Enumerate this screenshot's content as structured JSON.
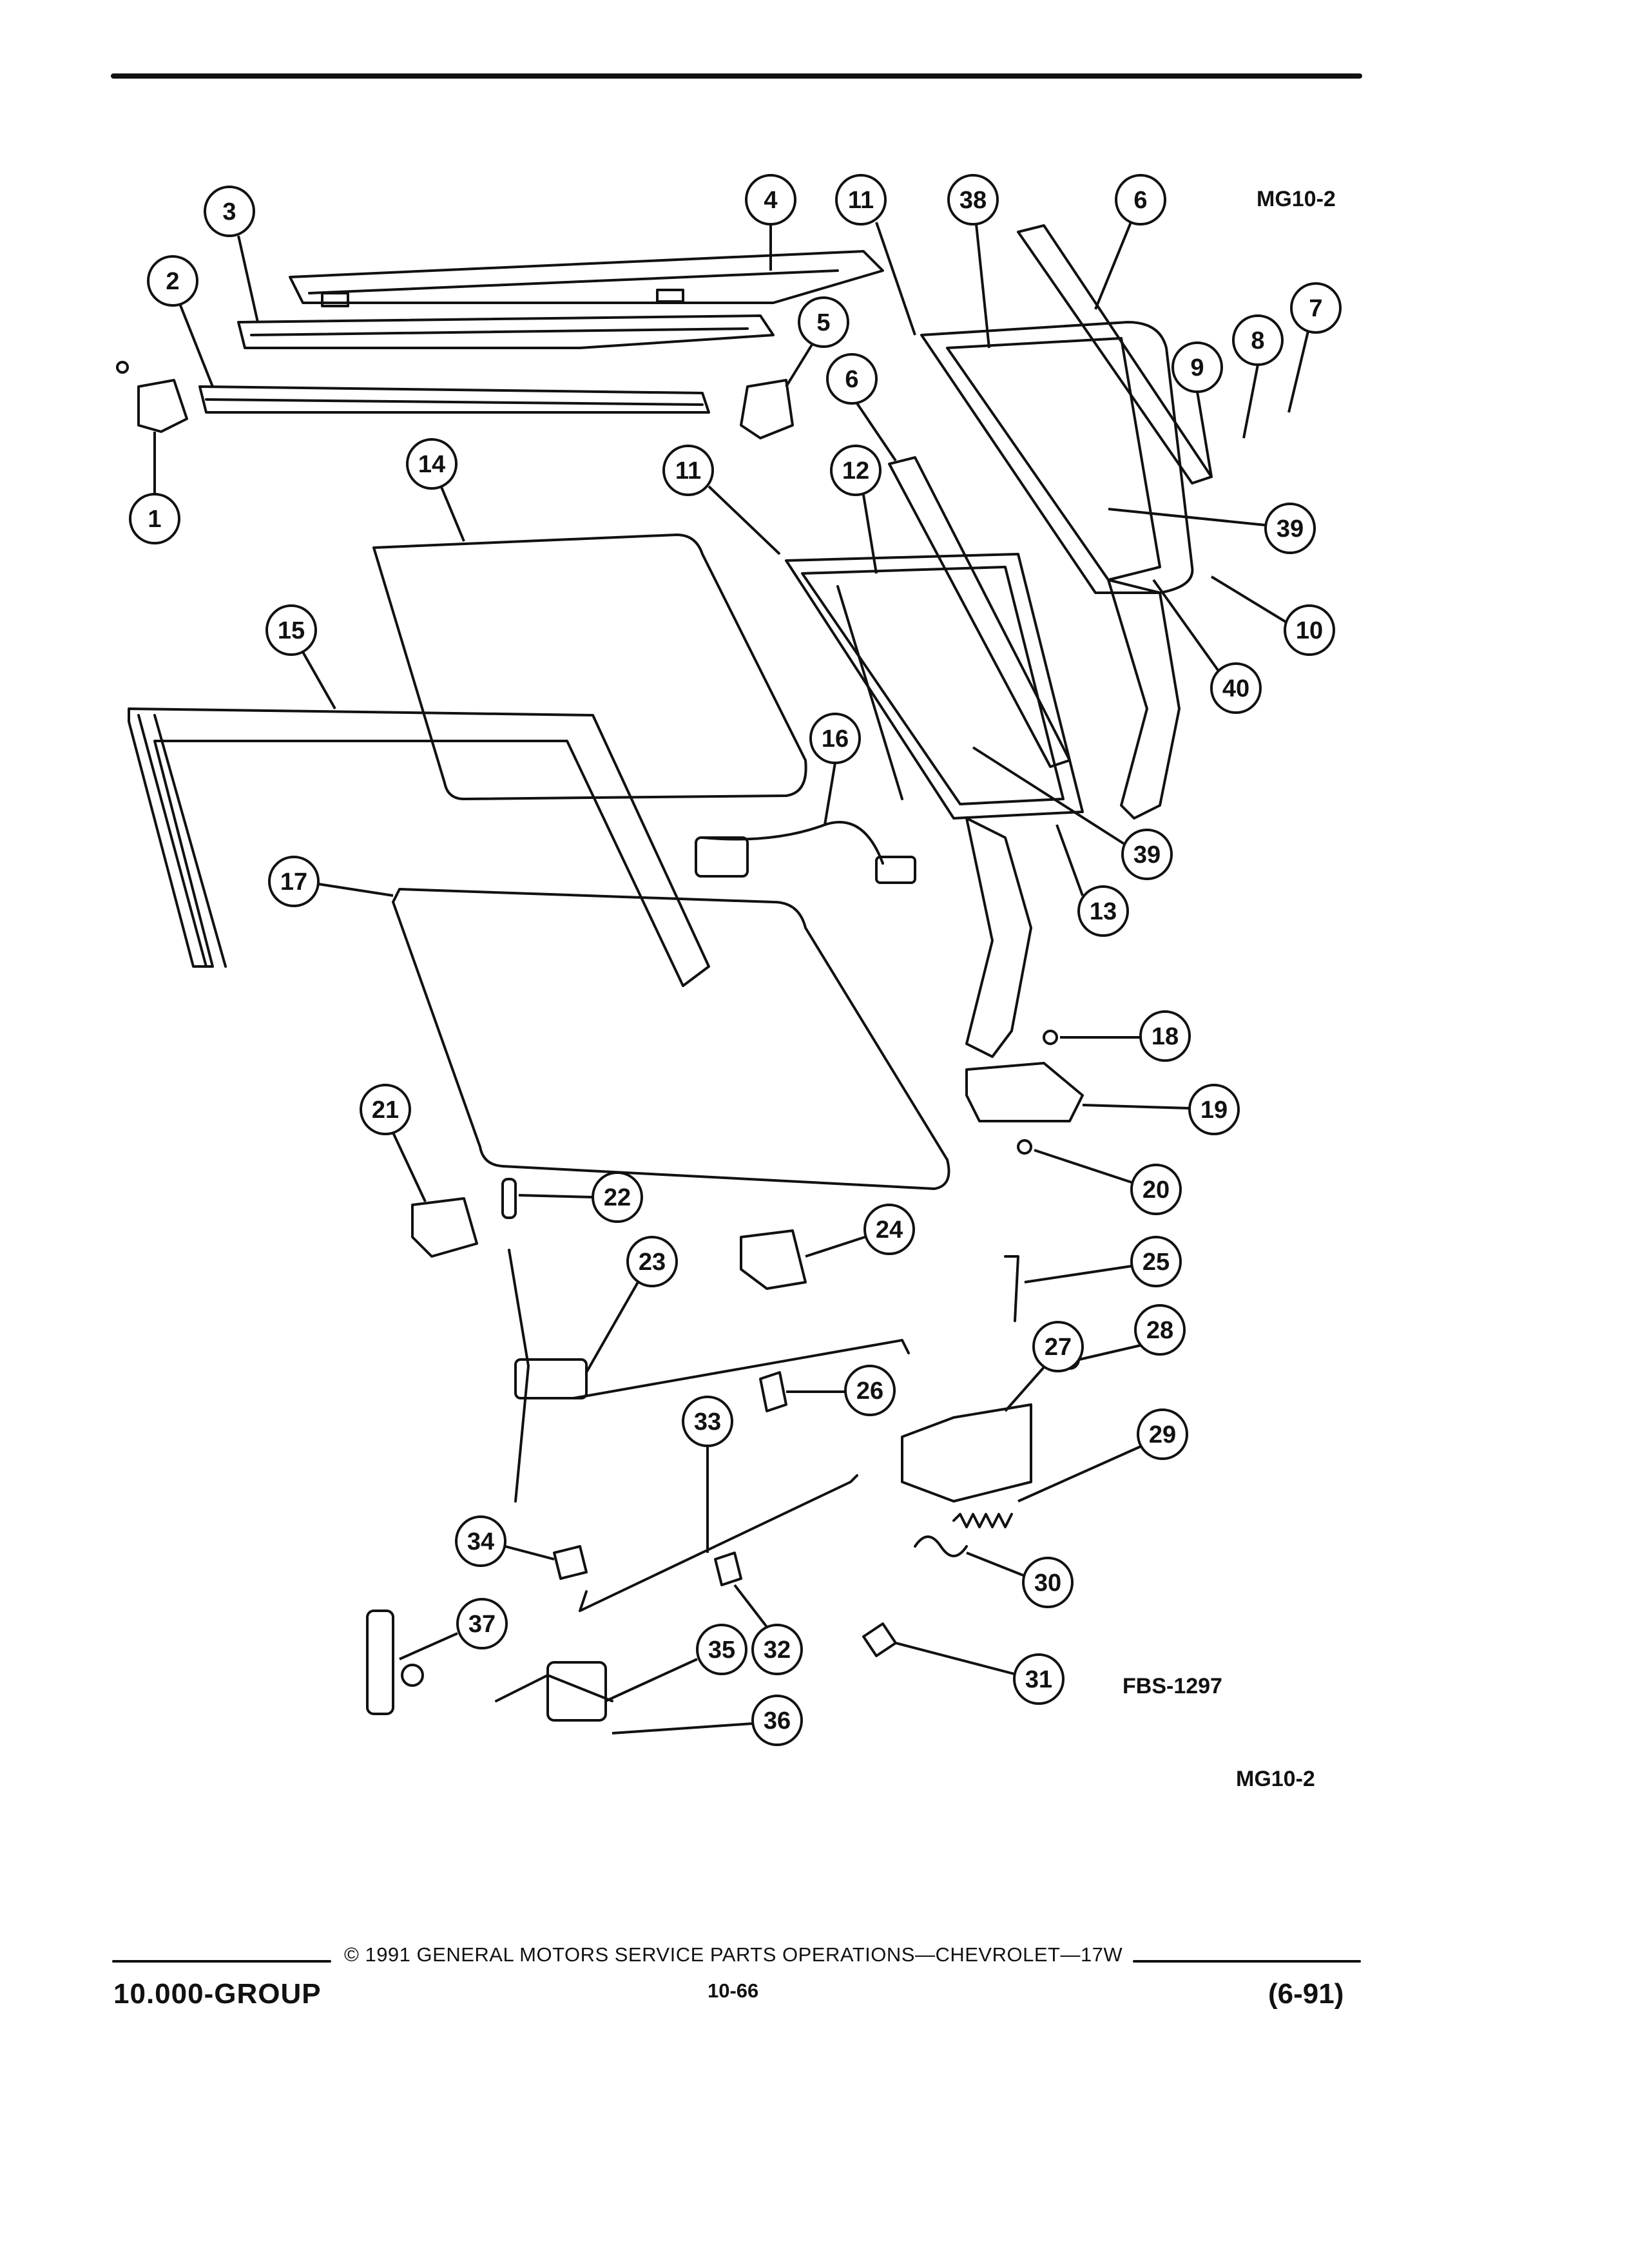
{
  "diagram": {
    "ref_codes": {
      "top": "MG10-2",
      "middle": "FBS-1297",
      "bottom": "MG10-2"
    },
    "callouts": [
      "1",
      "2",
      "3",
      "4",
      "5",
      "6",
      "6",
      "7",
      "8",
      "9",
      "10",
      "11",
      "11",
      "12",
      "13",
      "14",
      "15",
      "16",
      "17",
      "18",
      "19",
      "20",
      "21",
      "22",
      "23",
      "24",
      "25",
      "26",
      "27",
      "28",
      "29",
      "30",
      "31",
      "32",
      "33",
      "34",
      "35",
      "36",
      "37",
      "38",
      "39",
      "39",
      "40"
    ]
  },
  "footer": {
    "group": "10.000-GROUP",
    "copyright": "© 1991 GENERAL MOTORS SERVICE PARTS OPERATIONS—CHEVROLET—17W",
    "page": "10-66",
    "date": "(6-91)"
  }
}
